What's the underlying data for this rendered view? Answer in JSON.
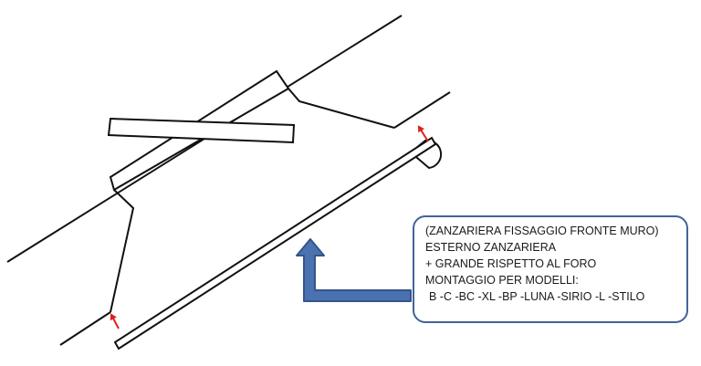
{
  "note": {
    "lines": [
      "(ZANZARIERA FISSAGGIO FRONTE MURO)",
      "ESTERNO ZANZARIERA",
      "+ GRANDE RISPETTO AL FORO",
      "MONTAGGIO PER MODELLI:",
      " B -C -BC -XL -BP -LUNA -SIRIO -L -STILO"
    ]
  },
  "colors": {
    "line": "#111111",
    "arrow_red": "#e0201b",
    "pointer_fill": "#4a72b0",
    "pointer_stroke": "#35558a",
    "box_border": "#41649a"
  },
  "icons": {
    "pointer": "up-then-right-arrow",
    "markers": "small-red-arrow"
  }
}
